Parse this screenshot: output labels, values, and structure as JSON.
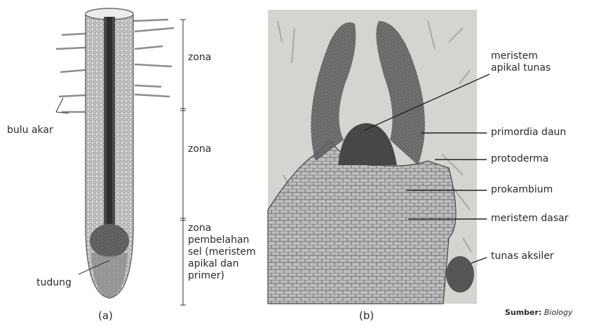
{
  "panel_a": {
    "caption": "(a)",
    "labels": {
      "root_hairs": "bulu akar",
      "cap": "tudung",
      "zone_top": "zona",
      "zone_middle": "zona",
      "zone_division_lines": [
        "zona",
        "pembelahan",
        "sel (meristem",
        "apikal dan",
        "primer)"
      ]
    }
  },
  "panel_b": {
    "caption": "(b)",
    "labels": {
      "apical_meristem_lines": [
        "meristem",
        "apikal tunas"
      ],
      "leaf_primordia": "primordia daun",
      "protoderm": "protoderma",
      "procambium": "prokambium",
      "ground_meristem": "meristem dasar",
      "axillary_bud": "tunas aksiler"
    }
  },
  "source": {
    "prefix": "Sumber:",
    "title": "Biology"
  }
}
